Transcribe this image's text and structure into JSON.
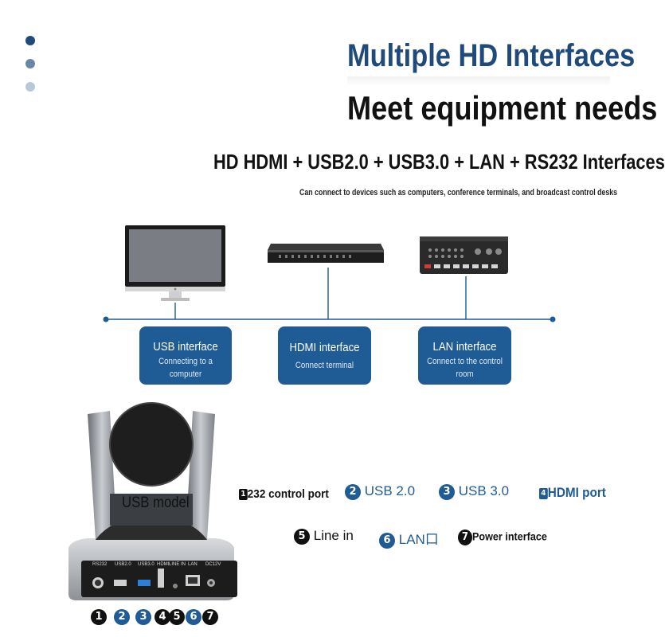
{
  "heading": {
    "title_line1": "Multiple HD Interfaces",
    "title_line2": "Meet equipment needs",
    "subtitle": "HD HDMI + USB2.0 + USB3.0 + LAN + RS232 Interfaces",
    "note": "Can connect to devices such as computers, conference terminals, and broadcast control desks"
  },
  "colors": {
    "accent": "#1f5b94",
    "title_blue": "#1f4a7a",
    "dot1": "#1f4a7a",
    "dot2": "#6b87a8",
    "dot3": "#b9c8d9"
  },
  "interfaces": [
    {
      "title": "USB interface",
      "desc_line1": "Connecting to a",
      "desc_line2": "computer"
    },
    {
      "title": "HDMI interface",
      "desc_line1": "Connect terminal",
      "desc_line2": ""
    },
    {
      "title": "LAN interface",
      "desc_line1": "Connect to the control",
      "desc_line2": "room"
    }
  ],
  "camera": {
    "model_label": "USB model",
    "panel_labels": [
      "RS232",
      "USB2.0",
      "USB3.0",
      "HDMI",
      "LINE IN",
      "LAN",
      "DC12V"
    ]
  },
  "ports": [
    {
      "num": "1",
      "label": "232 control port",
      "style": "black"
    },
    {
      "num": "2",
      "label": "USB 2.0",
      "style": "blue"
    },
    {
      "num": "3",
      "label": "USB 3.0",
      "style": "blue"
    },
    {
      "num": "4",
      "label": "HDMI port",
      "style": "blue"
    },
    {
      "num": "5",
      "label": "Line in",
      "style": "black"
    },
    {
      "num": "6",
      "label": "LAN口",
      "style": "blue"
    },
    {
      "num": "7",
      "label": "Power interface",
      "style": "black"
    }
  ]
}
